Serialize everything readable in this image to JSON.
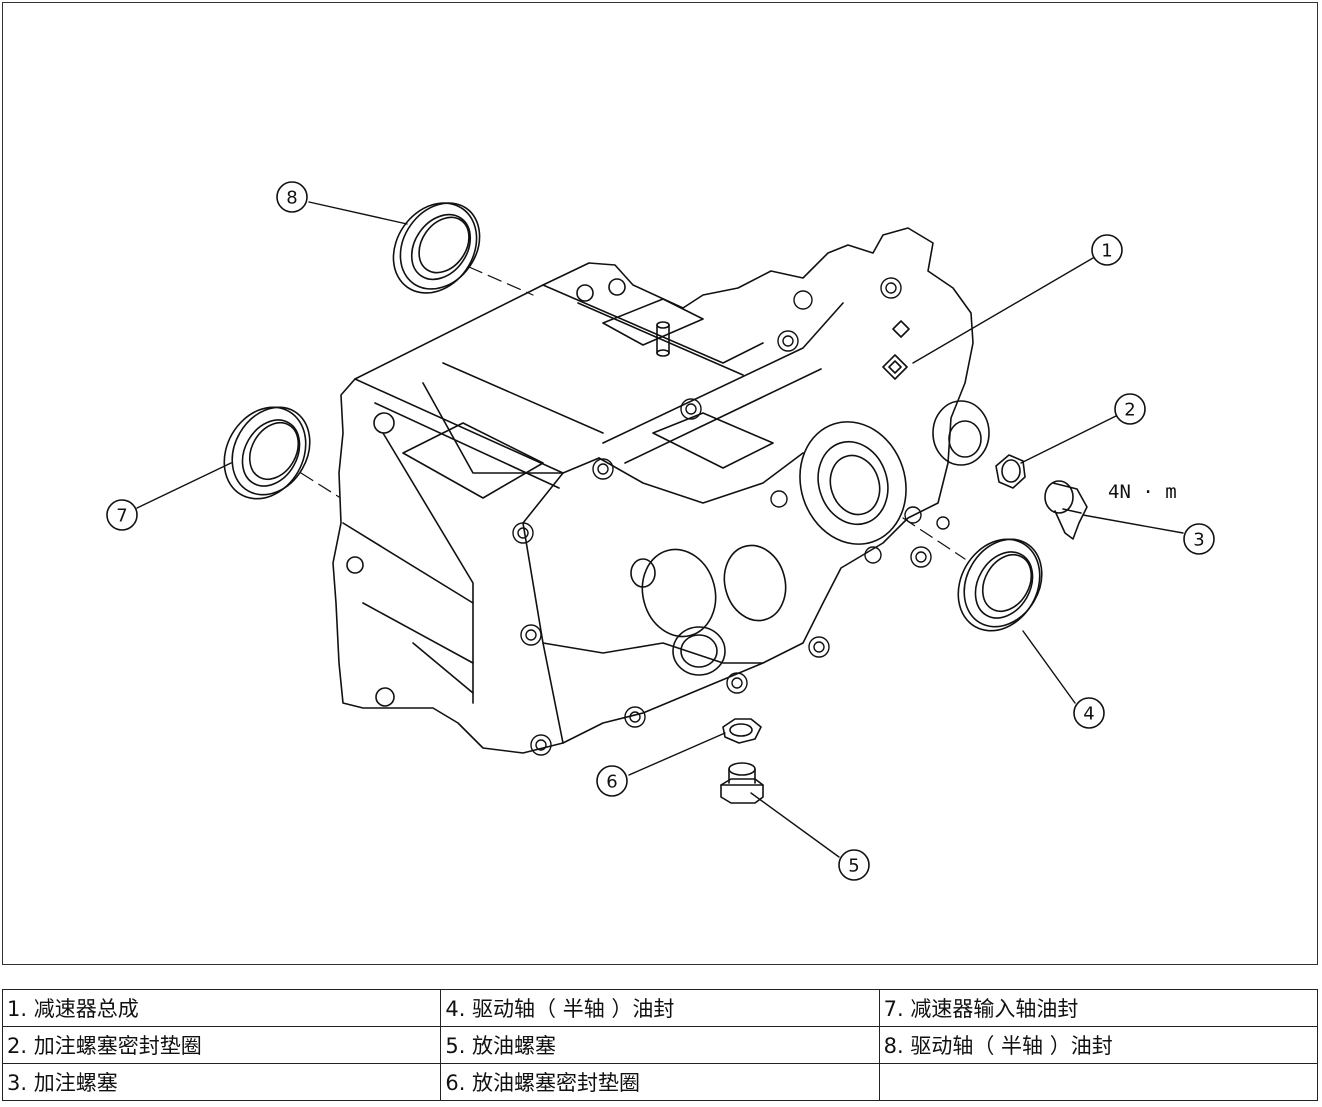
{
  "callouts": [
    "1",
    "2",
    "3",
    "4",
    "5",
    "6",
    "7",
    "8"
  ],
  "torque_label": "4N · m",
  "legend": [
    [
      "1. 减速器总成",
      "4. 驱动轴（ 半轴 ）油封",
      "7. 减速器输入轴油封"
    ],
    [
      "2. 加注螺塞密封垫圈",
      "5. 放油螺塞",
      "8. 驱动轴（ 半轴 ）油封"
    ],
    [
      "3. 加注螺塞",
      "6. 放油螺塞密封垫圈",
      ""
    ]
  ]
}
